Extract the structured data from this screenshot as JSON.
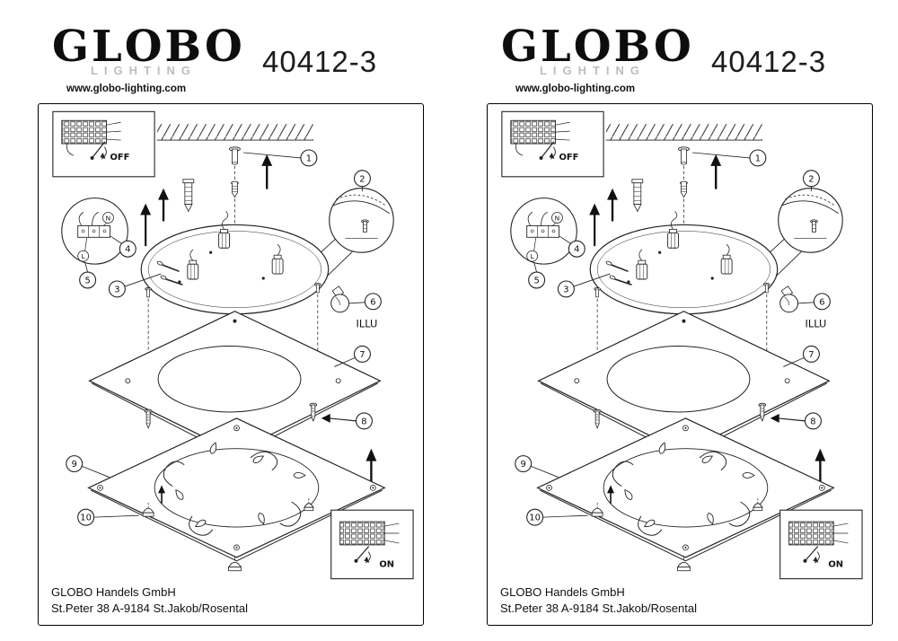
{
  "panel": {
    "brand": "GLOBO",
    "brand_subtitle": "LIGHTING",
    "website": "www.globo-lighting.com",
    "model_number": "40412-3",
    "callouts": [
      "1",
      "2",
      "3",
      "4",
      "5",
      "6",
      "7",
      "8",
      "9",
      "10"
    ],
    "labels": {
      "illu": "ILLU",
      "switch_off": "OFF",
      "switch_on": "ON",
      "terminal_n": "N",
      "terminal_l": "L"
    },
    "footer": {
      "company": "GLOBO Handels GmbH",
      "address": "St.Peter 38 A-9184 St.Jakob/Rosental"
    }
  },
  "colors": {
    "ink": "#1a1a1a",
    "brand_gray": "#bdbdbd",
    "background": "#ffffff"
  }
}
